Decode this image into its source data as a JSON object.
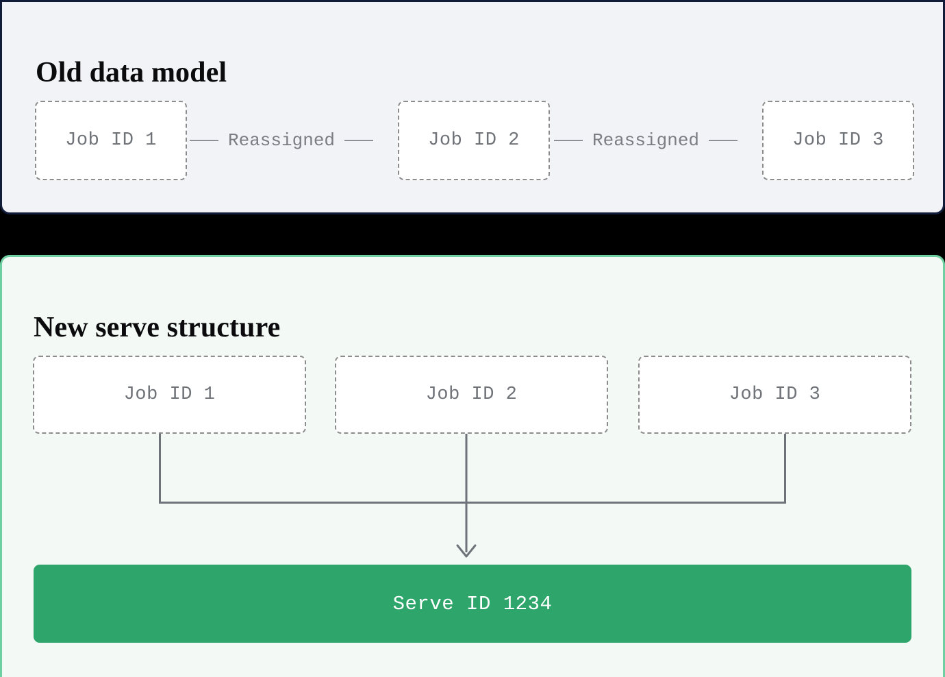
{
  "diagram": {
    "old_panel": {
      "title": "Old data model",
      "nodes": [
        {
          "label": "Job ID 1"
        },
        {
          "label": "Job ID 2"
        },
        {
          "label": "Job ID 3"
        }
      ],
      "links": [
        {
          "label": "Reassigned"
        },
        {
          "label": "Reassigned"
        }
      ],
      "background_color": "#F2F3F6",
      "border_color": "#111C3A"
    },
    "new_panel": {
      "title": "New serve structure",
      "nodes": [
        {
          "label": "Job ID 1"
        },
        {
          "label": "Job ID 2"
        },
        {
          "label": "Job ID 3"
        }
      ],
      "target": {
        "label": "Serve ID 1234",
        "color": "#2EA56B",
        "text_color": "#FFFFFF"
      },
      "background_color": "#F3FAF5",
      "border_color": "#6ECFA0"
    },
    "node_box_style": {
      "fill": "#FFFFFF",
      "border_color": "#8C8C8C",
      "text_color": "#6F7378"
    },
    "connector_color": "#6E7379",
    "gap_color": "#000000"
  }
}
